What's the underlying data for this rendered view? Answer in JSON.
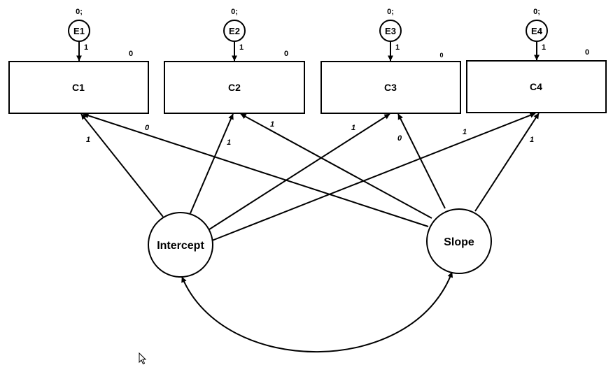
{
  "indicators": [
    {
      "id": "C1",
      "label": "C1",
      "intercept": "0"
    },
    {
      "id": "C2",
      "label": "C2",
      "intercept": "0"
    },
    {
      "id": "C3",
      "label": "C3",
      "intercept": "0"
    },
    {
      "id": "C4",
      "label": "C4",
      "intercept": "0"
    }
  ],
  "errors": [
    {
      "id": "E1",
      "label": "E1",
      "mean": "0;",
      "loading": "1"
    },
    {
      "id": "E2",
      "label": "E2",
      "mean": "0;",
      "loading": "1"
    },
    {
      "id": "E3",
      "label": "E3",
      "mean": "0;",
      "loading": "1"
    },
    {
      "id": "E4",
      "label": "E4",
      "mean": "0;",
      "loading": "1"
    }
  ],
  "factors": [
    {
      "id": "intercept",
      "label": "Intercept"
    },
    {
      "id": "slope",
      "label": "Slope"
    }
  ],
  "paths": [
    {
      "from": "intercept",
      "to": "C1",
      "weight": "1"
    },
    {
      "from": "intercept",
      "to": "C2",
      "weight": "1"
    },
    {
      "from": "intercept",
      "to": "C3",
      "weight": "1"
    },
    {
      "from": "intercept",
      "to": "C4",
      "weight": "1"
    },
    {
      "from": "slope",
      "to": "C1",
      "weight": "0"
    },
    {
      "from": "slope",
      "to": "C2",
      "weight": "1"
    },
    {
      "from": "slope",
      "to": "C3",
      "weight": "0"
    },
    {
      "from": "slope",
      "to": "C4",
      "weight": "1"
    }
  ],
  "covariance": {
    "between": [
      "intercept",
      "slope"
    ],
    "label": ""
  }
}
